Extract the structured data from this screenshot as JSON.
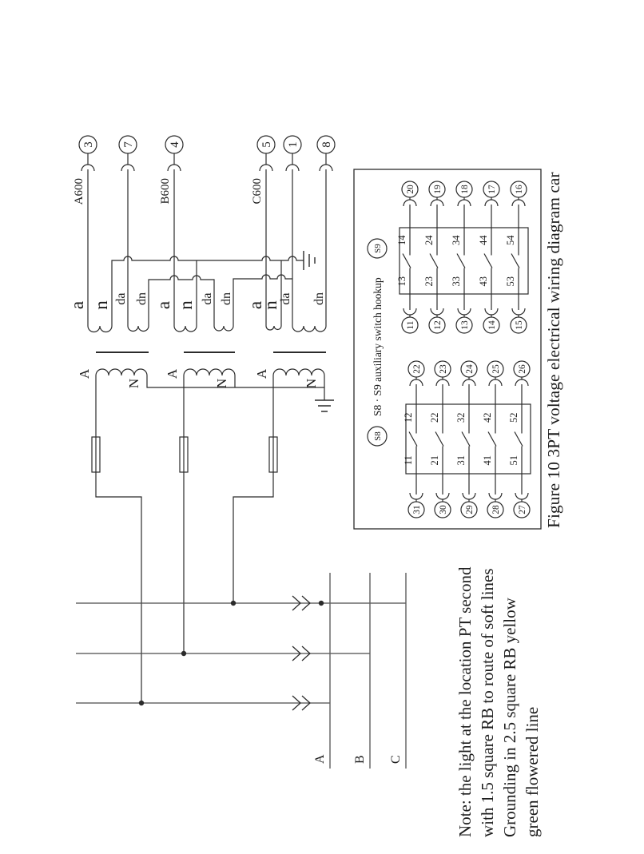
{
  "figure": {
    "caption": "Figure 10 3PT voltage electrical wiring diagram car"
  },
  "note": {
    "lines": [
      "Note: the light at the location PT second",
      "with 1.5 square RB to route of soft lines",
      "Grounding in 2.5 square RB yellow",
      "green flowered line"
    ]
  },
  "buses": {
    "labels": [
      "A",
      "B",
      "C"
    ]
  },
  "transformer_groups": [
    {
      "primary_top": "A",
      "primary_bottom": "N",
      "secondary_labels": [
        "a",
        "n",
        "da",
        "dn"
      ]
    },
    {
      "primary_top": "A",
      "primary_bottom": "N",
      "secondary_labels": [
        "a",
        "n",
        "da",
        "dn"
      ]
    },
    {
      "primary_top": "A",
      "primary_bottom": "N",
      "secondary_labels": [
        "a",
        "n",
        "da",
        "dn"
      ]
    }
  ],
  "terminals": [
    {
      "number": "3",
      "wire_label": "A600"
    },
    {
      "number": "7",
      "wire_label": ""
    },
    {
      "number": "4",
      "wire_label": "B600"
    },
    {
      "number": "5",
      "wire_label": "C600"
    },
    {
      "number": "1",
      "wire_label": ""
    },
    {
      "number": "8",
      "wire_label": ""
    }
  ],
  "switch_panel": {
    "s8_badge": "S8",
    "s9_badge": "S9",
    "heading": "S8 · S9 auxiliary switch hookup",
    "s8": {
      "rows": [
        {
          "lt": "31",
          "lc": "11",
          "rc": "12",
          "rt": "22"
        },
        {
          "lt": "30",
          "lc": "21",
          "rc": "22",
          "rt": "23"
        },
        {
          "lt": "29",
          "lc": "31",
          "rc": "32",
          "rt": "24"
        },
        {
          "lt": "28",
          "lc": "41",
          "rc": "42",
          "rt": "25"
        },
        {
          "lt": "27",
          "lc": "51",
          "rc": "52",
          "rt": "26"
        }
      ]
    },
    "s9": {
      "rows": [
        {
          "lt": "11",
          "lc": "13",
          "rc": "14",
          "rt": "20"
        },
        {
          "lt": "12",
          "lc": "23",
          "rc": "24",
          "rt": "19"
        },
        {
          "lt": "13",
          "lc": "33",
          "rc": "34",
          "rt": "18"
        },
        {
          "lt": "14",
          "lc": "43",
          "rc": "44",
          "rt": "17"
        },
        {
          "lt": "15",
          "lc": "53",
          "rc": "54",
          "rt": "16"
        }
      ]
    }
  }
}
